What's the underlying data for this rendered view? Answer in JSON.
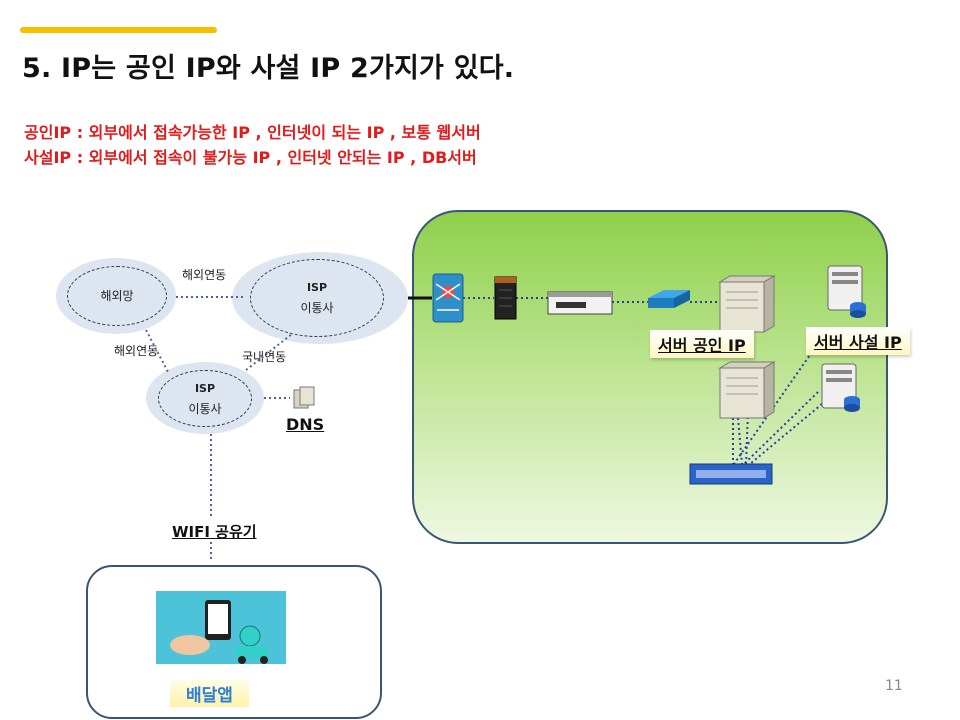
{
  "slide": {
    "title": "5. IP는 공인 IP와 사설 IP 2가지가 있다.",
    "definitions": [
      "공인IP :  외부에서 접속가능한 IP , 인터넷이 되는 IP , 보통 웹서버",
      "사설IP :  외부에서 접속이 불가능 IP , 인터넷 안되는 IP , DB서버"
    ],
    "page_number": "11"
  },
  "network": {
    "overseas": "해외망",
    "isp_top": [
      "ISP",
      "이통사"
    ],
    "isp_bottom": [
      "ISP",
      "이통사"
    ],
    "link_overseas_1": "해외연동",
    "link_overseas_2": "해외연동",
    "link_domestic": "국내연동",
    "dns": "DNS",
    "wifi": "WIFI 공유기",
    "server_public": "서버 공인 IP",
    "server_private": "서버 사설 IP",
    "app": "배달앱"
  },
  "colors": {
    "accent": "#f5c000",
    "definition_text": "#e01b1b",
    "cloud_green": "#8fd04a",
    "border": "#3b5575"
  }
}
